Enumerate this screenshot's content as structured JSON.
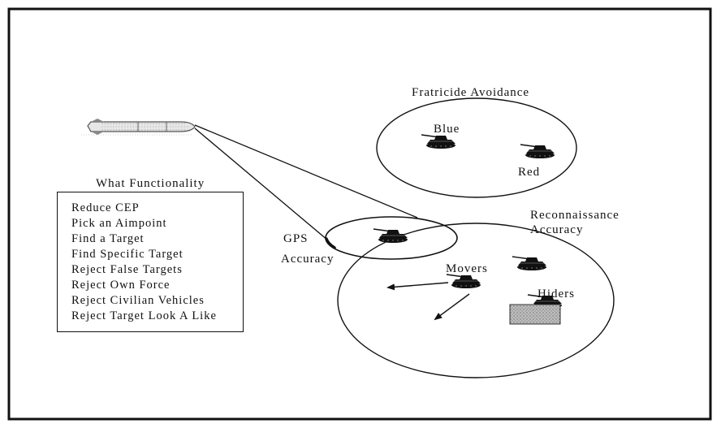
{
  "title_fratricide": "Fratricide Avoidance",
  "label_blue": "Blue",
  "label_red": "Red",
  "functionality_heading": "What Functionality",
  "functionality_items": [
    "Reduce CEP",
    "Pick an Aimpoint",
    "Find a Target",
    "Find Specific Target",
    "Reject False Targets",
    "Reject Own Force",
    "Reject Civilian Vehicles",
    "Reject Target Look A Like"
  ],
  "label_gps_line1": "GPS",
  "label_gps_line2": "Accuracy",
  "label_recon_line1": "Reconnaissance",
  "label_recon_line2": "Accuracy",
  "label_movers": "Movers",
  "label_hiders": "Hiders",
  "icons": {
    "weapon": "missile-icon",
    "vehicle": "tank-icon",
    "concealment": "camouflage-net-icon"
  }
}
